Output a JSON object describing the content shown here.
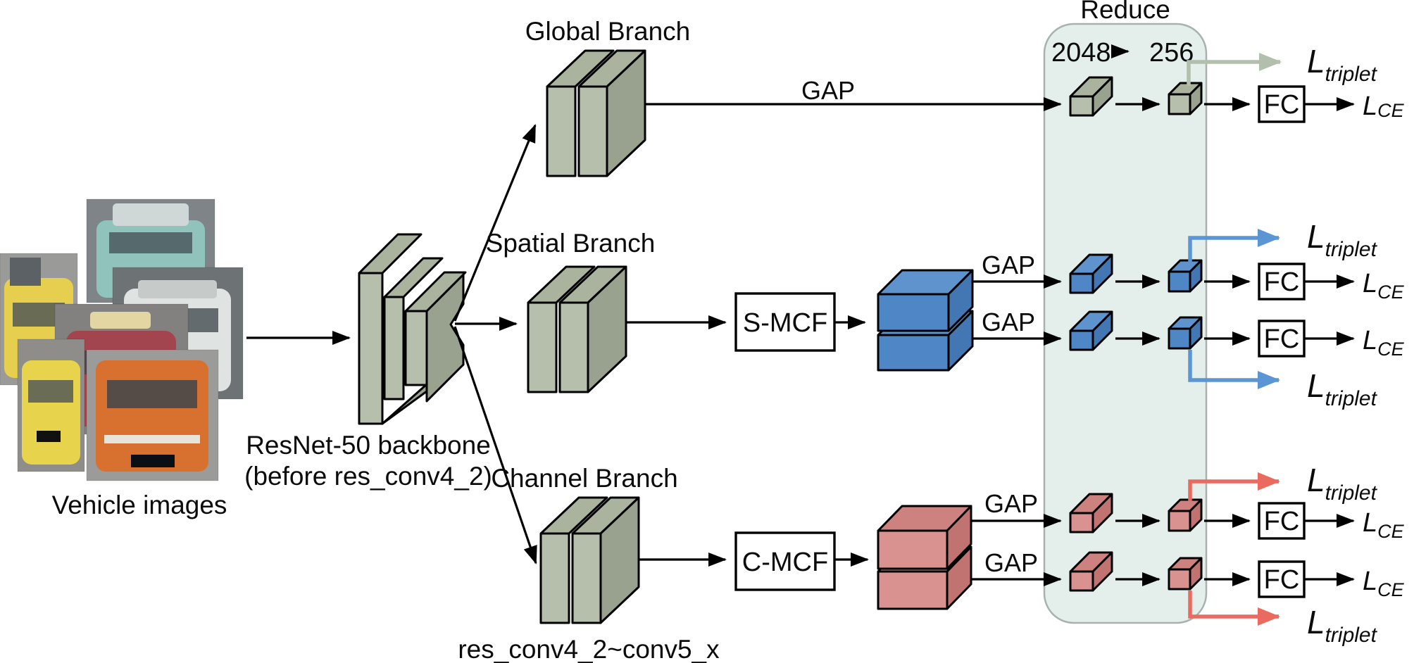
{
  "labels": {
    "vehicle_images": "Vehicle images",
    "backbone_line1": "ResNet-50 backbone",
    "backbone_line2": "(before res_conv4_2)",
    "global_branch": "Global Branch",
    "spatial_branch": "Spatial Branch",
    "channel_branch": "Channel Branch",
    "channel_layers": "res_conv4_2~conv5_x",
    "gap": "GAP",
    "smcf": "S-MCF",
    "cmcf": "C-MCF",
    "fc": "FC",
    "reduce_title": "Reduce",
    "dim_in": "2048",
    "dim_out": "256",
    "loss_l": "L",
    "loss_triplet_sub": "triplet",
    "loss_ce_sub": "CE"
  },
  "colors": {
    "block_green": "#b5bfab",
    "block_blue": "#4e86c6",
    "block_pink": "#d9928f",
    "reduce_panel_fill": "#e4efec",
    "triplet_arrow_global": "#b2bfac",
    "triplet_arrow_spatial": "#5b95d3",
    "triplet_arrow_channel": "#e96a5e"
  }
}
